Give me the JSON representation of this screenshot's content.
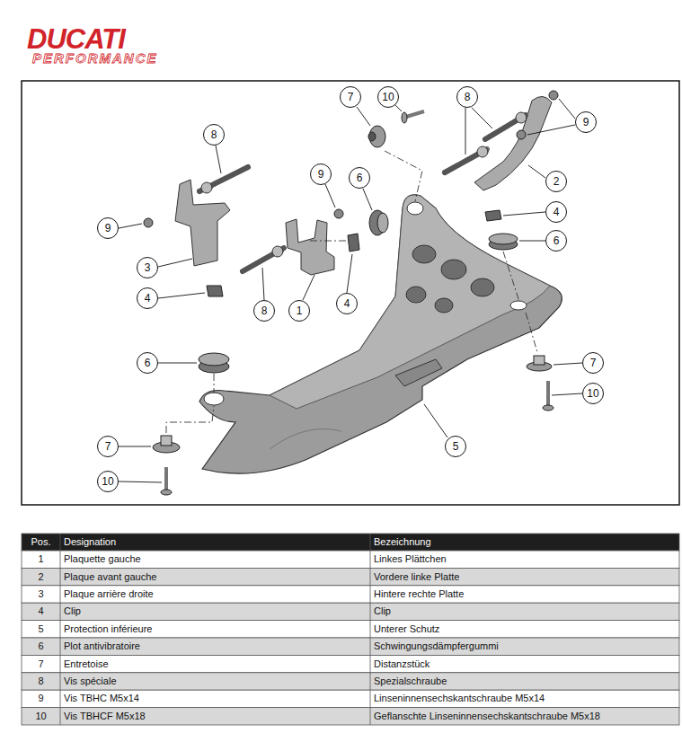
{
  "diagram": {
    "nodes": [
      {
        "text": [
          "7"
        ]
      },
      {
        "text": [
          "10"
        ]
      },
      {
        "text": [
          "8"
        ]
      },
      {
        "text": [
          "9"
        ]
      },
      {
        "text": [
          "8"
        ]
      },
      {
        "text": [
          "9"
        ]
      },
      {
        "text": [
          "6"
        ]
      },
      {
        "text": [
          "2"
        ]
      },
      {
        "text": [
          "9"
        ]
      },
      {
        "text": [
          "4"
        ]
      },
      {
        "text": [
          "6"
        ]
      },
      {
        "text": [
          "3"
        ]
      },
      {
        "text": [
          "4"
        ]
      },
      {
        "text": [
          "8"
        ]
      },
      {
        "text": [
          "1"
        ]
      },
      {
        "text": [
          "4"
        ]
      },
      {
        "text": [
          "6"
        ]
      },
      {
        "text": [
          "7"
        ]
      },
      {
        "text": [
          "10"
        ]
      },
      {
        "text": [
          "5"
        ]
      },
      {
        "text": [
          "7"
        ]
      },
      {
        "text": [
          "10"
        ]
      }
    ],
    "labels": [
      "DUCATI",
      "PERFORMANCE",
      "Pos.",
      "Designation",
      "Bezeichnung",
      "1",
      "Plaquette gauche",
      "Linkes Plättchen",
      "2",
      "Plaque avant gauche",
      "Vordere linke Platte",
      "3",
      "Plaque arrière droite",
      "Hintere rechte Platte",
      "4",
      "Clip",
      "Clip",
      "5",
      "Protection inférieure",
      "Unterer Schutz",
      "6",
      "Plot antivibratoire",
      "Schwingungsdämpfergummi",
      "7",
      "Entretoise",
      "Distanzstück",
      "8",
      "Vis spéciale",
      "Spezialschraube",
      "9",
      "Vis TBHC M5x14",
      "Linseninnensechskantschraube M5x14",
      "10",
      "Vis TBHCF M5x18",
      "Geflanschte Linseninnensechskantschraube M5x18"
    ]
  }
}
